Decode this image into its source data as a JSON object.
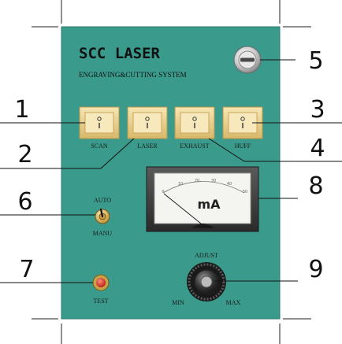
{
  "panel": {
    "title": "SCC LASER",
    "subtitle": "ENGRAVING&CUTTING SYSTEM",
    "color": "#3a9a8c"
  },
  "switches": [
    {
      "label": "SCAN",
      "symbol": "O\nI"
    },
    {
      "label": "LASER",
      "symbol": "O\nI"
    },
    {
      "label": "EXHAUST",
      "symbol": "O\nI"
    },
    {
      "label": "HUFF",
      "symbol": "O\nI"
    }
  ],
  "switch_color": "#f1d79a",
  "meter": {
    "unit": "mA",
    "scale": [
      "0",
      "10",
      "20",
      "30",
      "40",
      "50"
    ]
  },
  "toggle": {
    "top_label": "AUTO",
    "bottom_label": "MANU"
  },
  "test_button": {
    "label": "TEST",
    "color": "#e23b2a"
  },
  "knob": {
    "top_label": "ADJUST",
    "min_label": "MIN",
    "max_label": "MAX"
  },
  "callouts": [
    "1",
    "2",
    "3",
    "4",
    "5",
    "6",
    "7",
    "8",
    "9"
  ]
}
